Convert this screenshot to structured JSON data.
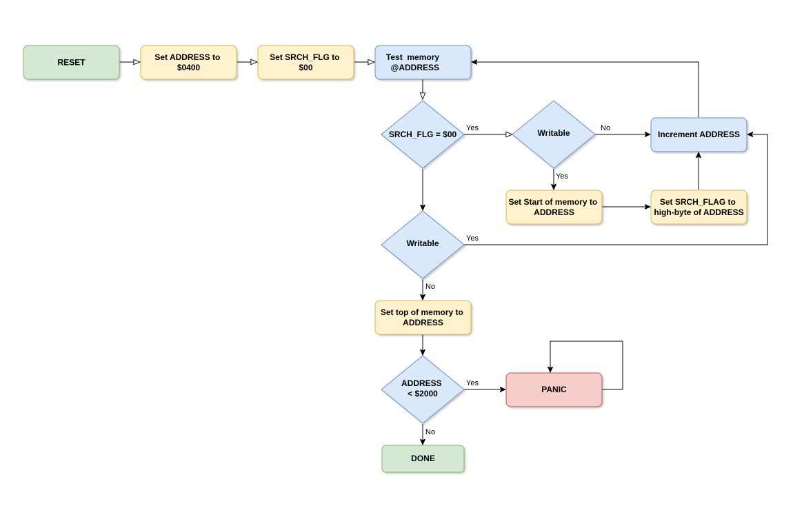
{
  "colors": {
    "green_fill": "#d5e8d4",
    "green_stroke": "#82b366",
    "yellow_fill": "#fff2cc",
    "yellow_stroke": "#d6b656",
    "blue_fill": "#dae8fc",
    "blue_stroke": "#6c8ebf",
    "red_fill": "#f8cecc",
    "red_stroke": "#b85450",
    "edge": "#000000"
  },
  "nodes": {
    "reset": {
      "lines": [
        "RESET"
      ]
    },
    "set_address": {
      "lines": [
        "Set ADDRESS to",
        "$0400"
      ]
    },
    "set_srch_flg": {
      "lines": [
        "Set SRCH_FLG to",
        "$00"
      ]
    },
    "test_memory": {
      "lines": [
        "Test  memory",
        "@ADDRESS"
      ]
    },
    "srch_flg_check": {
      "lines": [
        "SRCH_FLG = $00"
      ]
    },
    "writable_1": {
      "lines": [
        "Writable"
      ]
    },
    "increment_address": {
      "lines": [
        "Increment ADDRESS"
      ]
    },
    "set_start": {
      "lines": [
        "Set Start of memory to",
        "ADDRESS"
      ]
    },
    "set_srch_flag_high": {
      "lines": [
        "Set SRCH_FLAG to",
        "high-byte of ADDRESS"
      ]
    },
    "writable_2": {
      "lines": [
        "Writable"
      ]
    },
    "set_top": {
      "lines": [
        "Set top of memory to",
        "ADDRESS"
      ]
    },
    "address_check": {
      "lines": [
        "ADDRESS",
        "< $2000"
      ]
    },
    "panic": {
      "lines": [
        "PANIC"
      ]
    },
    "done": {
      "lines": [
        "DONE"
      ]
    }
  },
  "edge_labels": {
    "srch_yes": "Yes",
    "writable1_no": "No",
    "writable1_yes": "Yes",
    "writable2_yes": "Yes",
    "writable2_no": "No",
    "address_yes": "Yes",
    "address_no": "No"
  }
}
